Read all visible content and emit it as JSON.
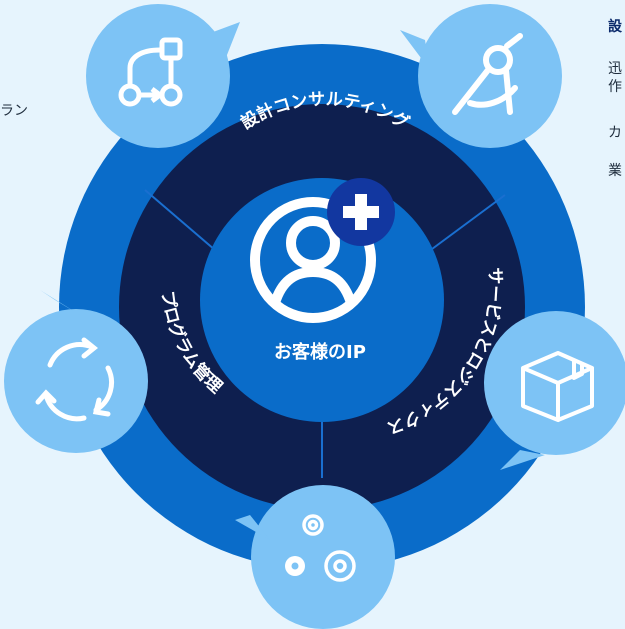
{
  "diagram": {
    "center_label": "お客様のIP",
    "segments": {
      "top": "設計コンサルティング",
      "left": "プログラム管理",
      "right": "サービスとロジスティクス"
    },
    "icons": {
      "top_left": "workflow-icon",
      "top_right": "drafting-compass-icon",
      "left": "cycle-arrows-icon",
      "right": "package-box-icon",
      "bottom": "gears-icon",
      "center": "user-plus-icon"
    },
    "colors": {
      "background": "#e6f4fd",
      "outer_ring": "#0a6cc9",
      "dark_ring": "#0e1f4f",
      "center": "#0a6cc9",
      "bubble": "#7dc3f5",
      "plus_badge": "#1237a0"
    }
  },
  "side_text": {
    "left_fragment": "ラン",
    "right_heading": "設",
    "right_lines": [
      "迅",
      "作",
      "カ",
      "業"
    ]
  }
}
